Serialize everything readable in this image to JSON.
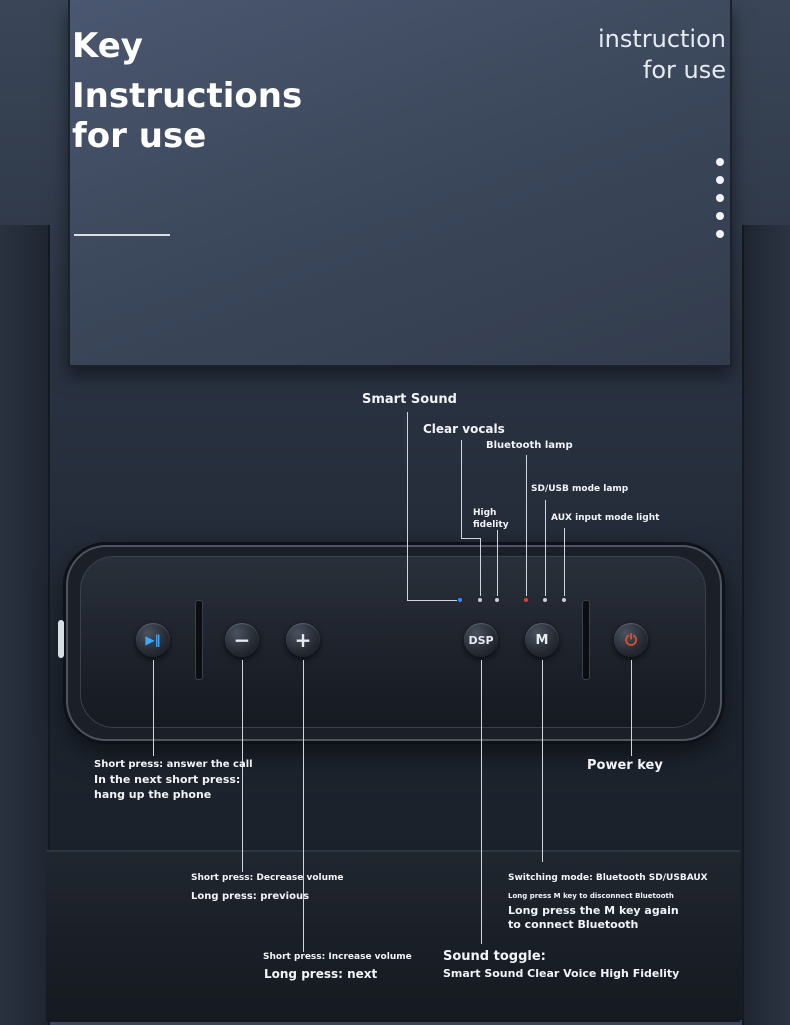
{
  "heading": {
    "line1": "Key",
    "line2": "Instructions",
    "line3": "for use"
  },
  "corner_tag": {
    "line1": "instruction",
    "line2": "for use"
  },
  "buttons": {
    "play_pause": "▶‖",
    "minus": "−",
    "plus": "+",
    "dsp": "DSP",
    "mode": "M",
    "power": "⏻"
  },
  "top_labels": {
    "smart_sound": "Smart Sound",
    "clear_vocals": "Clear vocals",
    "bluetooth_lamp": "Bluetooth lamp",
    "sd_usb_lamp": "SD/USB mode lamp",
    "high_fidelity_1": "High",
    "high_fidelity_2": "fidelity",
    "aux_lamp": "AUX input mode light"
  },
  "bottom_labels": {
    "play_1": "Short press: answer the call",
    "play_2": "In the next short press:",
    "play_3": "hang up the phone",
    "power": "Power key",
    "minus_1": "Short press: Decrease volume",
    "minus_2": "Long press: previous",
    "plus_1": "Short press: Increase volume",
    "plus_2": "Long press: next",
    "dsp_1": "Sound toggle:",
    "dsp_2": "Smart Sound Clear Voice High Fidelity",
    "m_1": "Switching mode: Bluetooth SD/USBAUX",
    "m_2": "Long press M key to disconnect Bluetooth",
    "m_3": "Long press the M key again",
    "m_4": "to connect Bluetooth"
  },
  "colors": {
    "play_icon": "#3fa9ff",
    "power_icon": "#e0532b",
    "led_blue": "#2f8cff",
    "led_red": "#e0402b",
    "led_white": "#c9ced6"
  }
}
